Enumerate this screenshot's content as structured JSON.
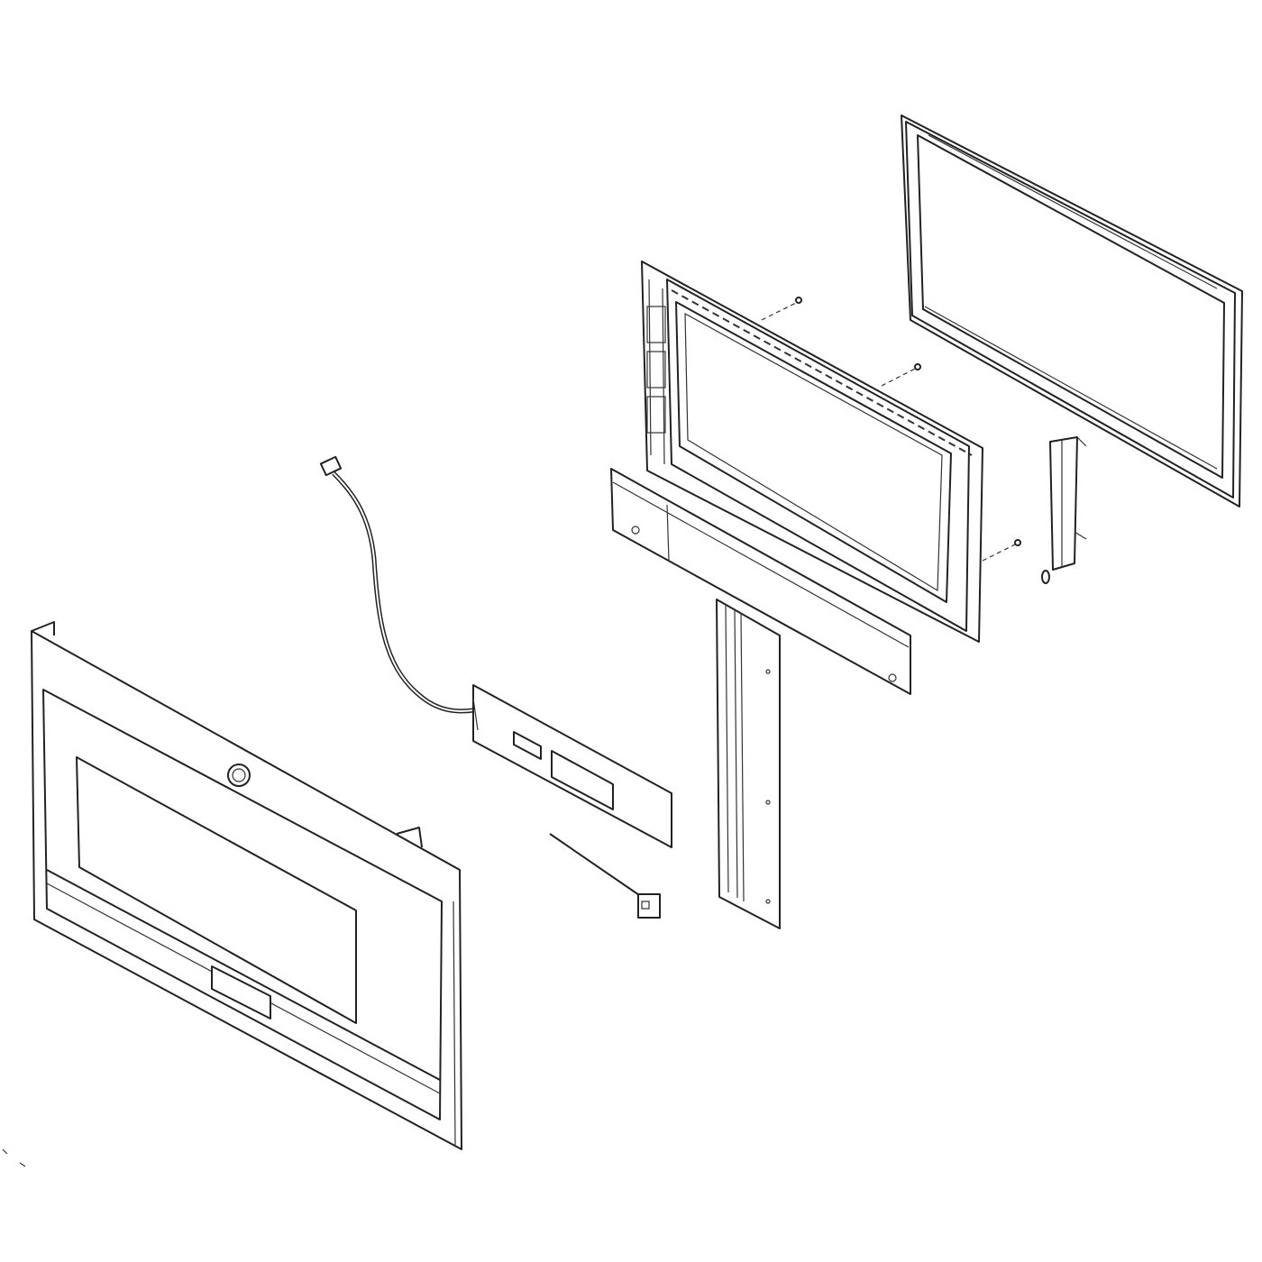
{
  "diagram": {
    "type": "exploded-parts-view",
    "parts": [
      {
        "id": "door-frame-back",
        "icon": "frame-outline"
      },
      {
        "id": "door-inner-panel",
        "icon": "panel-with-window"
      },
      {
        "id": "door-bottom-trim",
        "icon": "strip"
      },
      {
        "id": "choke-cover",
        "icon": "vertical-bar"
      },
      {
        "id": "control-board",
        "icon": "circuit-board"
      },
      {
        "id": "wire-harness",
        "icon": "cable"
      },
      {
        "id": "sensor-lead",
        "icon": "small-wire"
      },
      {
        "id": "door-latch",
        "icon": "latch"
      },
      {
        "id": "screws",
        "icon": "screw"
      },
      {
        "id": "front-door-panel",
        "icon": "door-with-window"
      }
    ],
    "colors": {
      "line": "#222222",
      "background": "#ffffff"
    }
  }
}
